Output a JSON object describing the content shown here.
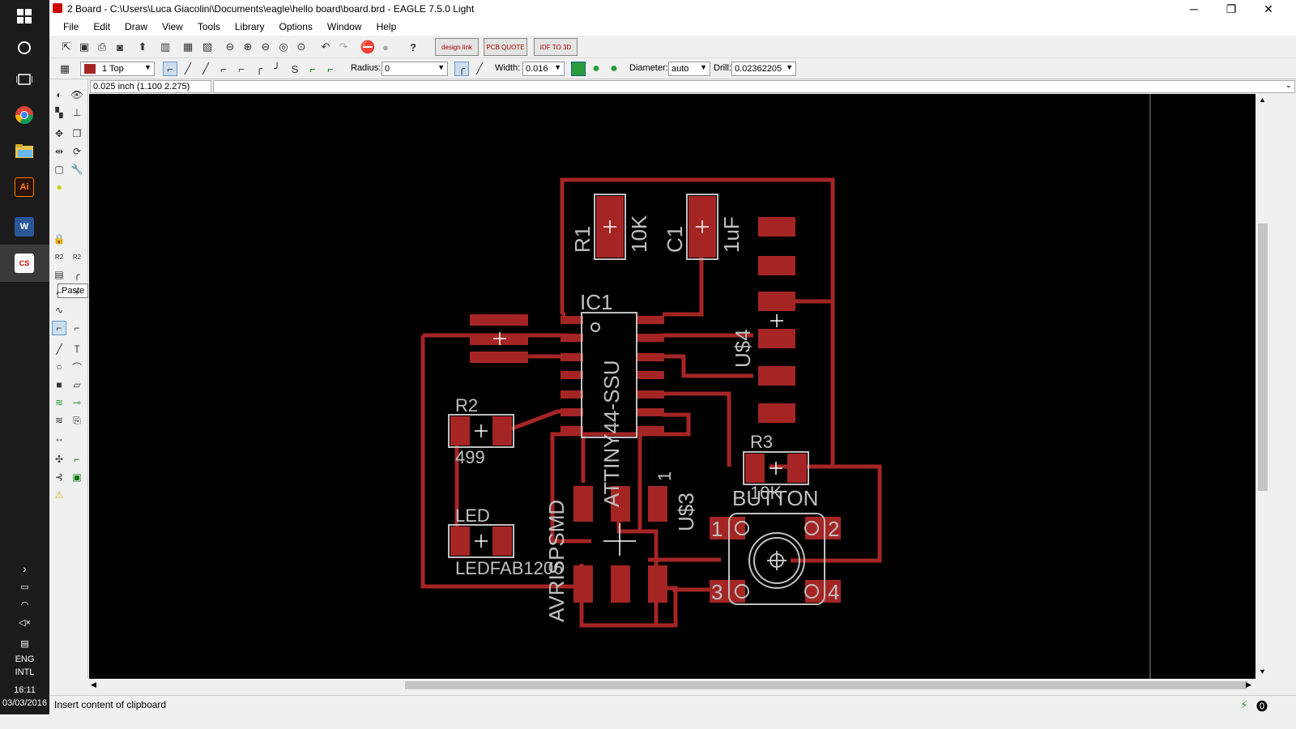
{
  "window": {
    "title": "2 Board - C:\\Users\\Luca Giacolini\\Documents\\eagle\\hello board\\board.brd - EAGLE 7.5.0 Light",
    "minimize": "─",
    "maximize": "❐",
    "close": "✕"
  },
  "menu": [
    "File",
    "Edit",
    "Draw",
    "View",
    "Tools",
    "Library",
    "Options",
    "Window",
    "Help"
  ],
  "toolbar": {
    "layer": "1 Top",
    "radius_label": "Radius:",
    "radius_value": "0",
    "width_label": "Width:",
    "width_value": "0.016",
    "diameter_label": "Diameter:",
    "diameter_value": "auto",
    "drill_label": "Drill:",
    "drill_value": "0.02362205",
    "designlink": "design link",
    "pcbquote": "PCB QUOTE",
    "idf": "IDF TO 3D"
  },
  "coordinate": "0.025 inch (1.100 2.275)",
  "tooltip": "Paste",
  "status": "Insert content of clipboard",
  "taskbar": {
    "lang": "ENG",
    "layout": "INTL",
    "time": "16:11",
    "date": "03/03/2016",
    "illustrator": "Ai",
    "word": "W",
    "eagle": "CS"
  },
  "board": {
    "labels": {
      "R1_name": "R1",
      "R1_value": "10K",
      "C1_name": "C1",
      "C1_value": "1uF",
      "IC1_name": "IC1",
      "IC1_value": "ATTINY44-SSU",
      "US4": "U$4",
      "R2_name": "R2",
      "R2_value": "499",
      "R3_name": "R3",
      "R3_value": "10K",
      "LED_name": "LED",
      "LED_value": "LEDFAB1206",
      "US3": "U$3",
      "US3_pin": "1",
      "AVR": "AVRISPSMD",
      "BUTTON": "BUTTON",
      "btn1": "1",
      "btn2": "2",
      "btn3": "3",
      "btn4": "4"
    }
  },
  "colors": {
    "copper": "#a52525",
    "silk": "#c0c0c0",
    "background": "#000000"
  }
}
